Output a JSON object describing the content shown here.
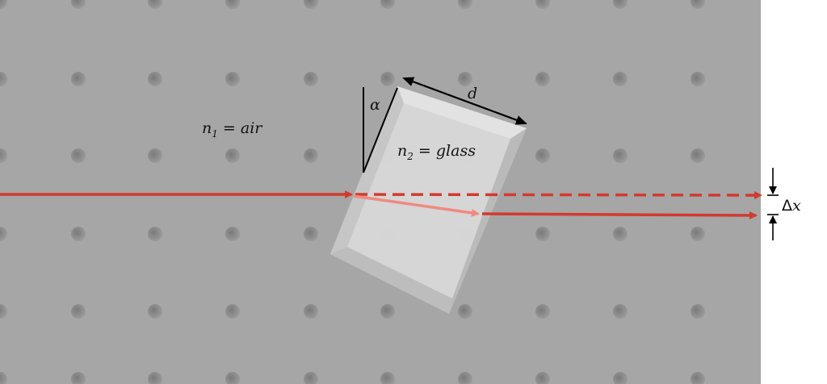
{
  "labels": {
    "n1": {
      "symbol": "n",
      "sub": "1",
      "rest": " = air"
    },
    "n2": {
      "symbol": "n",
      "sub": "2",
      "rest": " = glass"
    },
    "alpha": "α",
    "d": "d",
    "delta_symbol": "Δ",
    "delta_var": "x"
  },
  "colors": {
    "table": "#a6a6a6",
    "hole": "#8c8c8c",
    "beam": "#d23a2f",
    "beam_inside": "#f08a80",
    "glass": "#d2d2d2",
    "annotation": "#000000"
  },
  "icons": {
    "incident_arrow": "arrowhead",
    "refracted_arrow": "arrowhead",
    "exit_arrow": "arrowhead",
    "reference_arrow": "arrowhead",
    "d_dimension": "double-headed-arrow",
    "dx_marker": "inward-arrows"
  }
}
